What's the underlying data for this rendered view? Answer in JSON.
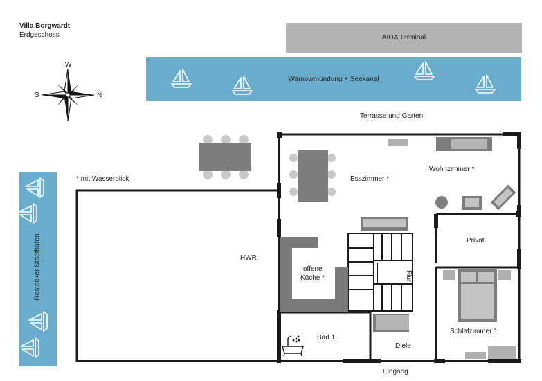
{
  "header": {
    "title": "Villa Borgwardt",
    "subtitle": "Erdgeschoss"
  },
  "labels": {
    "aida": "AIDA Terminal",
    "water": "Warnowmündung + Seekanal",
    "terrace": "Terrasse und Garten",
    "harbor": "Rostocker Stadthafen",
    "waterview_note": "* mit Wasserblick",
    "entrance": "Eingang"
  },
  "compass": {
    "north": "N",
    "south": "S",
    "west": "W"
  },
  "rooms": {
    "hwr": "HWR",
    "esszimmer": "Esszimmer *",
    "wohnzimmer": "Wohnzimmer *",
    "privat": "Privat",
    "kueche_line1": "offene",
    "kueche_line2": "Küche *",
    "flur": "Flur",
    "bad": "Bad 1",
    "diele": "Diele",
    "schlafzimmer": "Schlafzimmer 1"
  },
  "colors": {
    "water": "#6aaccb",
    "terminal": "#b3b3b3",
    "wall": "#1a1a1a",
    "furniture": "#8a8a8a",
    "kitchen": "#7a7a7a"
  },
  "icons": [
    "compass-rose-icon",
    "sailboat-icon",
    "bathtub-icon",
    "bed-icon"
  ]
}
